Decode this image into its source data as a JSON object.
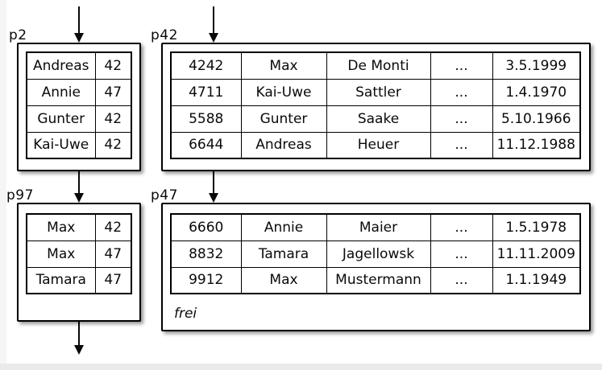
{
  "diagram": {
    "colors": {
      "line": "#000000",
      "background": "#ffffff",
      "page_edge": "#eaeaea"
    },
    "pages": {
      "p2": {
        "label": "p2",
        "rows": [
          [
            "Andreas",
            "42"
          ],
          [
            "Annie",
            "47"
          ],
          [
            "Gunter",
            "42"
          ],
          [
            "Kai-Uwe",
            "42"
          ]
        ]
      },
      "p42": {
        "label": "p42",
        "rows": [
          [
            "4242",
            "Max",
            "De Monti",
            "...",
            "3.5.1999"
          ],
          [
            "4711",
            "Kai-Uwe",
            "Sattler",
            "...",
            "1.4.1970"
          ],
          [
            "5588",
            "Gunter",
            "Saake",
            "...",
            "5.10.1966"
          ],
          [
            "6644",
            "Andreas",
            "Heuer",
            "...",
            "11.12.1988"
          ]
        ]
      },
      "p97": {
        "label": "p97",
        "rows": [
          [
            "Max",
            "42"
          ],
          [
            "Max",
            "47"
          ],
          [
            "Tamara",
            "47"
          ]
        ]
      },
      "p47": {
        "label": "p47",
        "rows": [
          [
            "6660",
            "Annie",
            "Maier",
            "...",
            "1.5.1978"
          ],
          [
            "8832",
            "Tamara",
            "Jagellowsk",
            "...",
            "11.11.2009"
          ],
          [
            "9912",
            "Max",
            "Mustermann",
            "...",
            "1.1.1949"
          ]
        ],
        "free_label": "frei"
      }
    }
  }
}
